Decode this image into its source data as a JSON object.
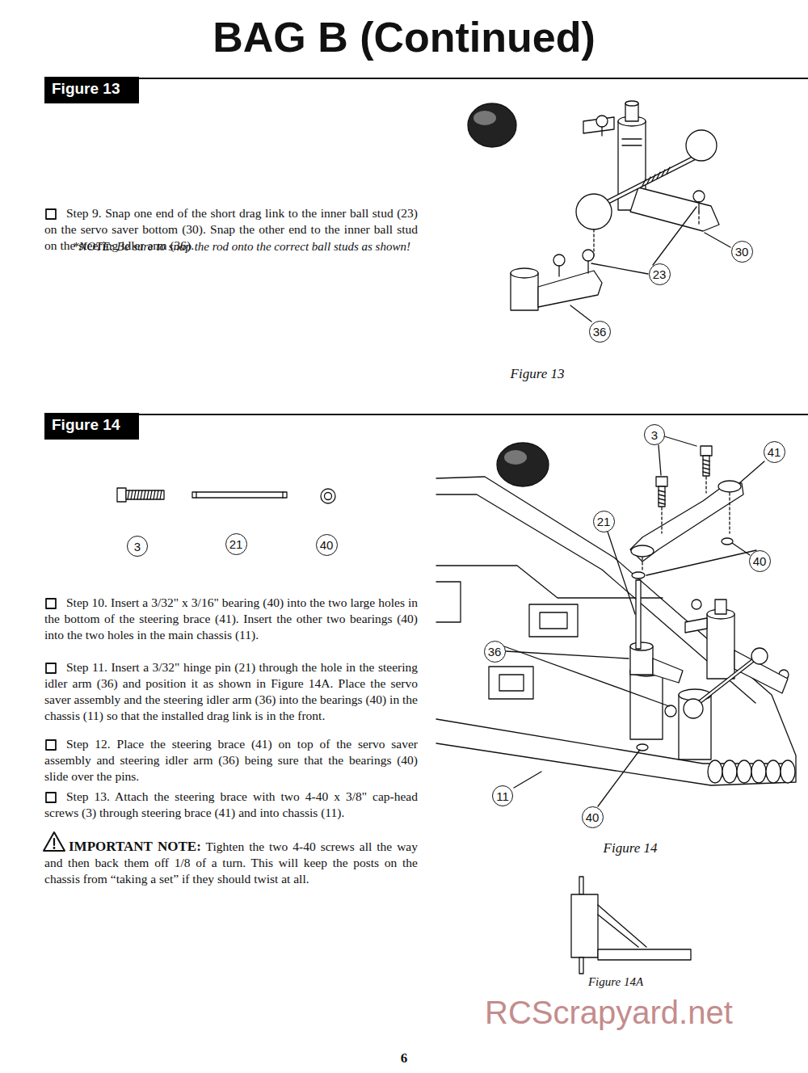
{
  "diagram": {
    "title": "BAG B (Continued)",
    "nodes": [
      {
        "text": [
          "Figure 13"
        ]
      },
      {
        "text": [
          "30"
        ]
      },
      {
        "text": [
          "23"
        ]
      },
      {
        "text": [
          "36"
        ]
      },
      {
        "text": [
          "Figure 14"
        ]
      },
      {
        "text": [
          "3"
        ]
      },
      {
        "text": [
          "21"
        ]
      },
      {
        "text": [
          "40"
        ]
      },
      {
        "text": [
          "3"
        ]
      },
      {
        "text": [
          "41"
        ]
      },
      {
        "text": [
          "21"
        ]
      },
      {
        "text": [
          "40"
        ]
      },
      {
        "text": [
          "36"
        ]
      },
      {
        "text": [
          "11"
        ]
      },
      {
        "text": [
          "40"
        ]
      }
    ],
    "labels": [
      "Step 9. Snap one end of the short drag link to the inner ball stud (23) on the servo saver bottom (30). Snap the other end to the inner ball stud on the steering idler arm (36).",
      "*NOTE: Be sure to snap the rod onto the correct ball studs as shown!",
      "Figure 13",
      "Step 10. Insert a 3/32\" x 3/16\" bearing (40) into the two large holes in the bottom of the steering brace (41). Insert the other two bearings (40) into the two holes in the main chassis (11).",
      "Step 11. Insert a 3/32\" hinge pin (21) through the hole in the steering idler arm (36) and position it as shown in Figure 14A. Place the servo saver assembly and the steering idler arm (36) into the bearings (40) in the chassis (11) so that the installed drag link is in the front.",
      "Step 12. Place the steering brace (41) on top of the servo saver assembly and steering idler arm (36) being sure that the bearings (40) slide over the pins.",
      "Step 13. Attach the steering brace with two 4-40 x 3/8\" cap-head screws (3) through steering brace (41) and into chassis (11).",
      "IMPORTANT NOTE:",
      "Tighten the two 4-40 screws all the way and then back them off 1/8 of a turn. This will keep the posts on the chassis from “taking a set” if they should twist at all.",
      "Figure 14",
      "Figure 14A",
      "6",
      "RCScrapyard.net"
    ]
  }
}
